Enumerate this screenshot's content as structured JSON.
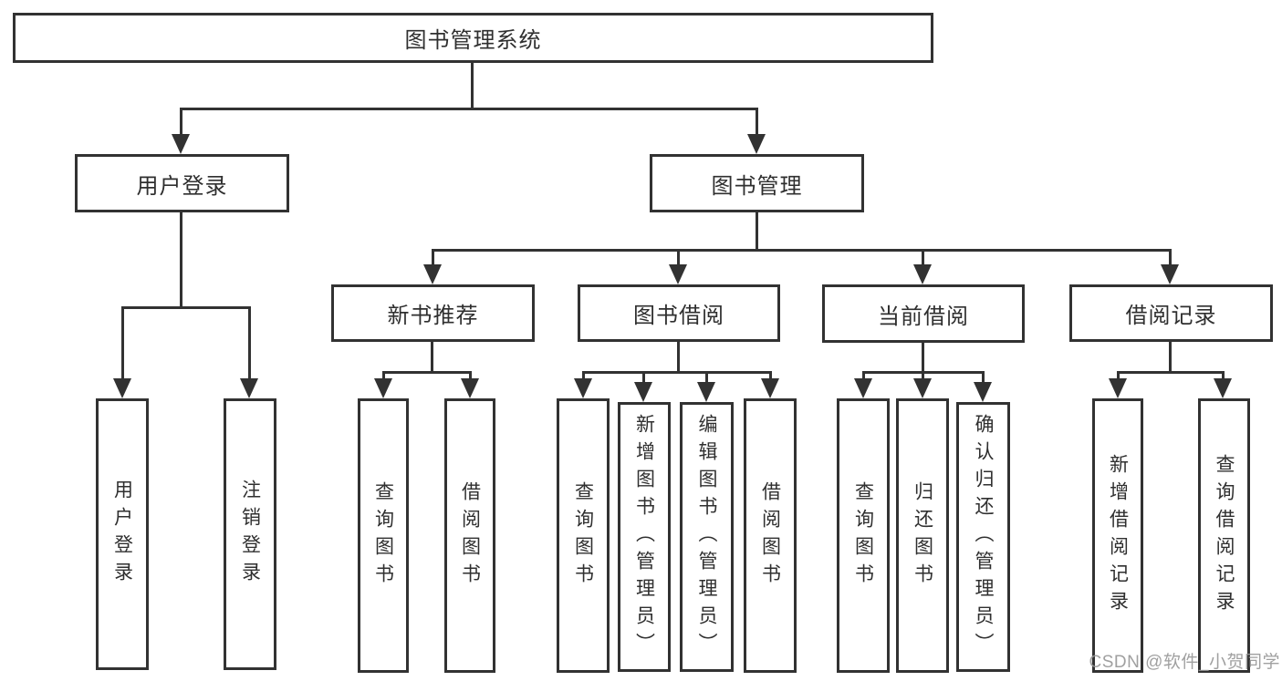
{
  "diagram": {
    "root": {
      "label": "图书管理系统"
    },
    "branches": [
      {
        "label": "用户登录",
        "children": [
          {
            "label": "用户登录"
          },
          {
            "label": "注销登录"
          }
        ]
      },
      {
        "label": "图书管理",
        "children": [
          {
            "label": "新书推荐",
            "children": [
              {
                "label": "查询图书"
              },
              {
                "label": "借阅图书"
              }
            ]
          },
          {
            "label": "图书借阅",
            "children": [
              {
                "label": "查询图书"
              },
              {
                "label": "新增图书（管理员）"
              },
              {
                "label": "编辑图书（管理员）"
              },
              {
                "label": "借阅图书"
              }
            ]
          },
          {
            "label": "当前借阅",
            "children": [
              {
                "label": "查询图书"
              },
              {
                "label": "归还图书"
              },
              {
                "label": "确认归还（管理员）"
              }
            ]
          },
          {
            "label": "借阅记录",
            "children": [
              {
                "label": "新增借阅记录"
              },
              {
                "label": "查询借阅记录"
              }
            ]
          }
        ]
      }
    ]
  },
  "watermark": {
    "text": "CSDN @软件_小贺同学"
  },
  "colors": {
    "line": "#323232",
    "text": "#2f2f2f",
    "background": "#ffffff",
    "watermark": "#969696"
  }
}
